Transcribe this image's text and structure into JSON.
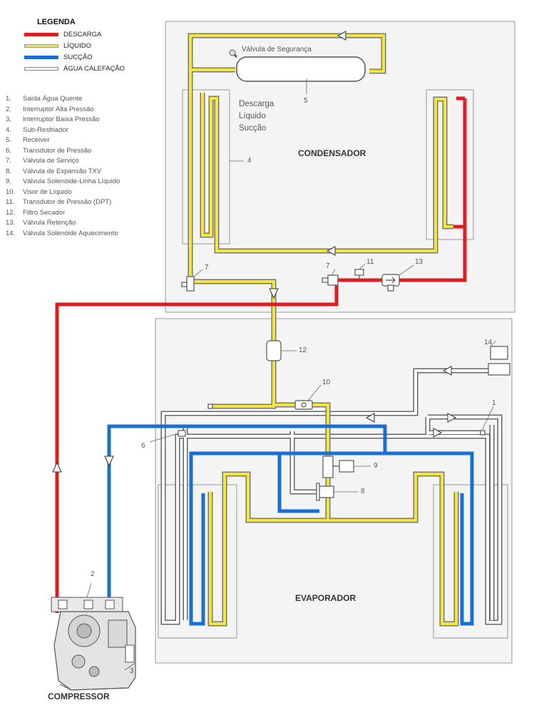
{
  "legend": {
    "title": "LEGENDA",
    "items": [
      {
        "label": "DESCARGA",
        "color": "#e01b22"
      },
      {
        "label": "LÍQUIDO",
        "color": "#f5e63c"
      },
      {
        "label": "SUCÇÃO",
        "color": "#1a6fd4"
      },
      {
        "label": "ÁGUA CALEFAÇÃO",
        "color": "#ffffff"
      }
    ]
  },
  "components": [
    {
      "num": "1.",
      "label": "Saída Água Quente"
    },
    {
      "num": "2.",
      "label": "Interruptor Alta Pressão"
    },
    {
      "num": "3.",
      "label": "Interruptor Baixa Pressão"
    },
    {
      "num": "4.",
      "label": "Sub-Resfriador"
    },
    {
      "num": "5.",
      "label": "Receiver"
    },
    {
      "num": "6.",
      "label": "Transdutor de Pressão"
    },
    {
      "num": "7.",
      "label": "Válvula de Serviço"
    },
    {
      "num": "8.",
      "label": "Válvula de Expansão TXV"
    },
    {
      "num": "9.",
      "label": "Válvula Solenóide-Linha Líquido"
    },
    {
      "num": "10.",
      "label": "Visor de Líquido"
    },
    {
      "num": "11.",
      "label": "Transdutor de Pressão (DPT)"
    },
    {
      "num": "12.",
      "label": "Filtro Secador"
    },
    {
      "num": "13.",
      "label": "Válvula Retenção"
    },
    {
      "num": "14.",
      "label": "Válvula Solenóide Aquecimento"
    }
  ],
  "labels": {
    "valvula_seguranca": "Válvula de Segurança",
    "descarga": "Descarga",
    "liquido": "Líquido",
    "succao": "Sucção",
    "condensador": "CONDENSADOR",
    "evaporador": "EVAPORADOR",
    "compressor": "COMPRESSOR"
  },
  "callouts": {
    "n1": "1",
    "n2": "2",
    "n3": "3",
    "n4": "4",
    "n5": "5",
    "n6": "6",
    "n7a": "7",
    "n7b": "7",
    "n8": "8",
    "n9": "9",
    "n10": "10",
    "n11": "11",
    "n12": "12",
    "n13": "13",
    "n14": "14"
  }
}
